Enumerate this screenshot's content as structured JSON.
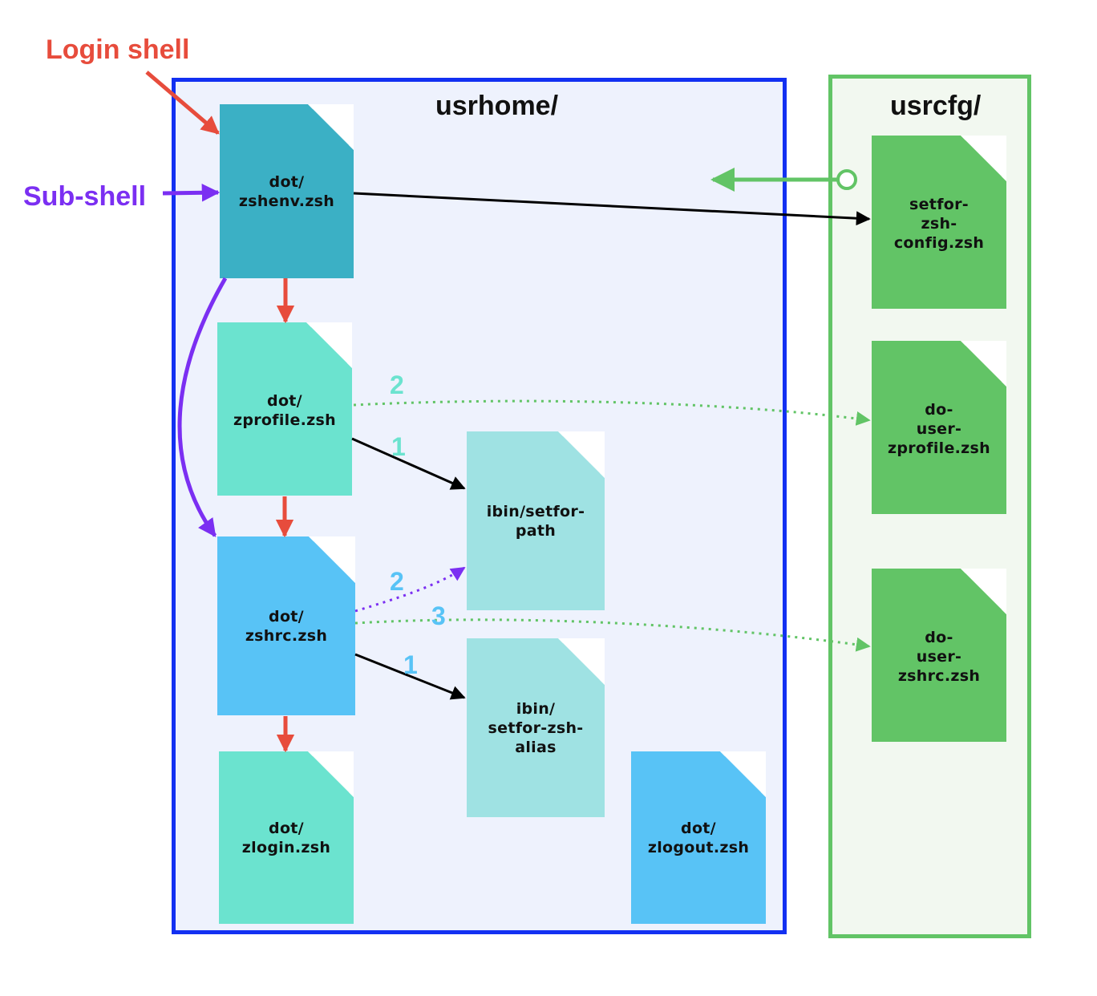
{
  "labels": {
    "login_shell": "Login shell",
    "sub_shell": "Sub-shell"
  },
  "panels": {
    "usrhome": {
      "title": "usrhome/",
      "border": "#1230f2",
      "fill": "#eef2fd"
    },
    "usrcfg": {
      "title": "usrcfg/",
      "border": "#62c466",
      "fill": "#f2f8f0"
    }
  },
  "files": {
    "zshenv": {
      "lines": [
        "dot/",
        "zshenv.zsh"
      ],
      "color": "#3bb0c5"
    },
    "zprofile": {
      "lines": [
        "dot/",
        "zprofile.zsh"
      ],
      "color": "#6be3cf"
    },
    "zshrc": {
      "lines": [
        "dot/",
        "zshrc.zsh"
      ],
      "color": "#58c3f6"
    },
    "zlogin": {
      "lines": [
        "dot/",
        "zlogin.zsh"
      ],
      "color": "#6be3cf"
    },
    "zlogout": {
      "lines": [
        "dot/",
        "zlogout.zsh"
      ],
      "color": "#58c3f6"
    },
    "setfor_path": {
      "lines": [
        "ibin/setfor-",
        "path"
      ],
      "color": "#9fe2e3"
    },
    "setfor_alias": {
      "lines": [
        "ibin/",
        "setfor-zsh-",
        "alias"
      ],
      "color": "#9fe2e3"
    },
    "setfor_config": {
      "lines": [
        "setfor-",
        "zsh-",
        "config.zsh"
      ],
      "color": "#62c466"
    },
    "do_zprofile": {
      "lines": [
        "do-",
        "user-",
        "zprofile.zsh"
      ],
      "color": "#62c466"
    },
    "do_zshrc": {
      "lines": [
        "do-",
        "user-",
        "zshrc.zsh"
      ],
      "color": "#62c466"
    }
  },
  "step_numbers": {
    "zprofile_to_cfg": "2",
    "zprofile_to_path": "1",
    "zshrc_to_path": "2",
    "zshrc_to_cfg": "3",
    "zshrc_to_alias": "1"
  },
  "colors": {
    "login": "#e74c3c",
    "subshell": "#7b2ff2",
    "green": "#62c466",
    "black": "#000000",
    "teal_num": "#6be3cf",
    "blue_num": "#58c3f6"
  }
}
